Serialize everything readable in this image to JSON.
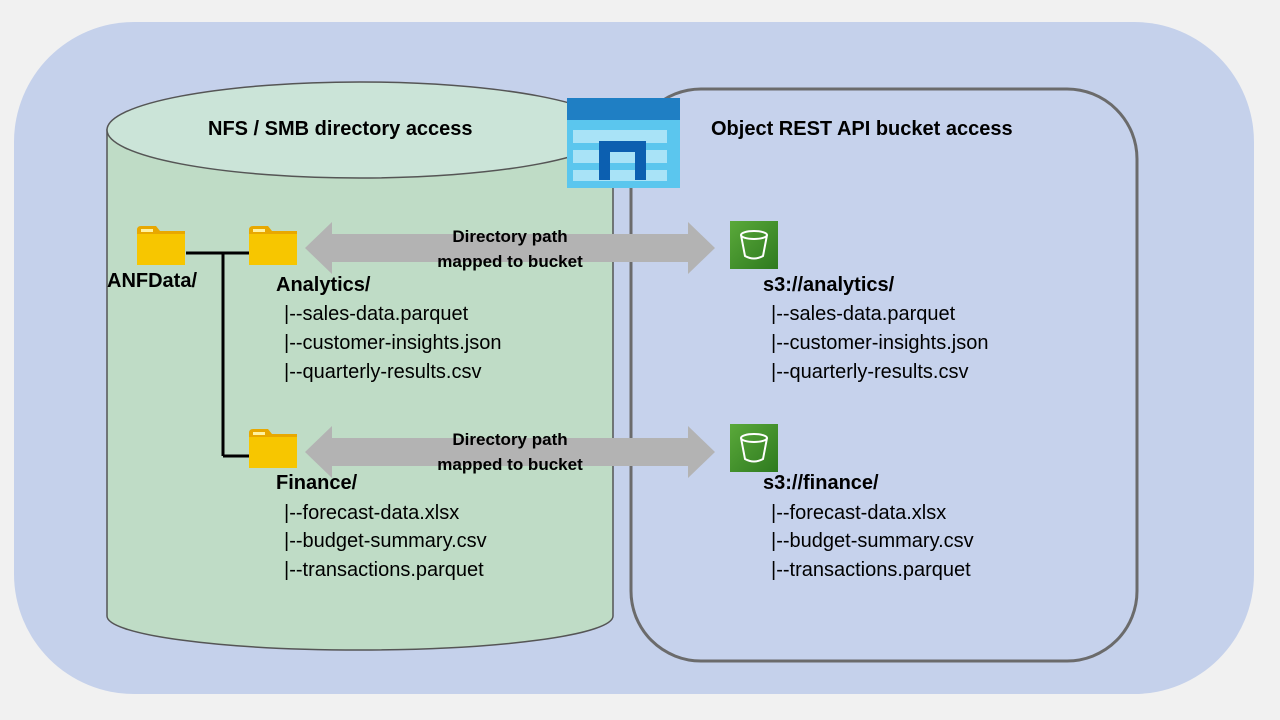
{
  "left": {
    "title": "NFS / SMB directory access",
    "root": "ANFData/",
    "folders": [
      {
        "name": "Analytics/",
        "files": [
          "|--sales-data.parquet",
          "|--customer-insights.json",
          "|--quarterly-results.csv"
        ]
      },
      {
        "name": "Finance/",
        "files": [
          "|--forecast-data.xlsx",
          "|--budget-summary.csv",
          "|--transactions.parquet"
        ]
      }
    ]
  },
  "right": {
    "title": "Object REST API bucket access",
    "buckets": [
      {
        "name": "s3://analytics/",
        "files": [
          "|--sales-data.parquet",
          "|--customer-insights.json",
          "|--quarterly-results.csv"
        ]
      },
      {
        "name": "s3://finance/",
        "files": [
          "|--forecast-data.xlsx",
          "|--budget-summary.csv",
          "|--transactions.parquet"
        ]
      }
    ]
  },
  "arrows": [
    {
      "line1": "Directory path",
      "line2": "mapped to bucket"
    },
    {
      "line1": "Directory path",
      "line2": "mapped to bucket"
    }
  ],
  "icons": {
    "center": "azure-netapp-files-icon",
    "folder": "folder-icon",
    "bucket": "s3-bucket-icon"
  },
  "colors": {
    "outer_background": "#c5d1eb",
    "cylinder_fill": "#bfdcc6",
    "bucket_green": "#3f8b2a",
    "arrow_gray": "#b3b3b3",
    "folder_yellow": "#f5c400"
  }
}
